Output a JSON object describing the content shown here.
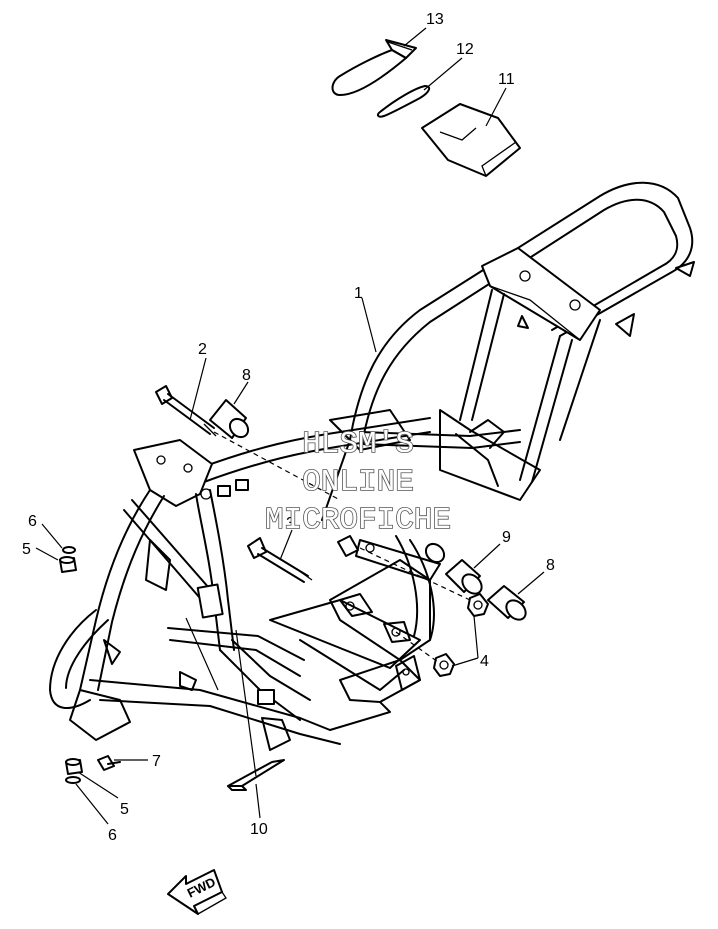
{
  "diagram": {
    "callouts": {
      "c1": "1",
      "c2": "2",
      "c3": "3",
      "c4": "4",
      "c5a": "5",
      "c5b": "5",
      "c6a": "6",
      "c6b": "6",
      "c7": "7",
      "c8a": "8",
      "c8b": "8",
      "c9": "9",
      "c10": "10",
      "c11": "11",
      "c12": "12",
      "c13": "13"
    },
    "watermark": {
      "line1": "HLSM'S",
      "line2": "ONLINE",
      "line3": "MICROFICHE"
    },
    "direction_arrow": "FWD"
  }
}
